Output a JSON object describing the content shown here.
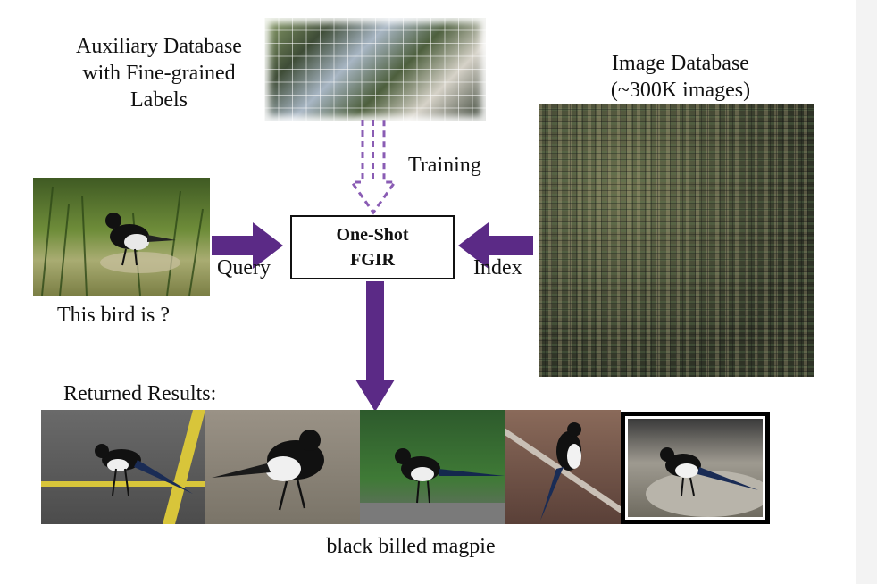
{
  "labels": {
    "aux_line1": "Auxiliary Database",
    "aux_line2": "with Fine-grained",
    "aux_line3": "Labels",
    "imgdb_line1": "Image Database",
    "imgdb_line2": "(~300K images)",
    "training": "Training",
    "query": "Query",
    "index": "Index",
    "question": "This bird is ?",
    "returned": "Returned Results:",
    "result_label": "black billed magpie"
  },
  "center_box": {
    "line1": "One-Shot",
    "line2": "FGIR"
  },
  "colors": {
    "arrow": "#5b2a86",
    "dashed_arrow": "#8a5cb4",
    "box_border": "#111111"
  }
}
